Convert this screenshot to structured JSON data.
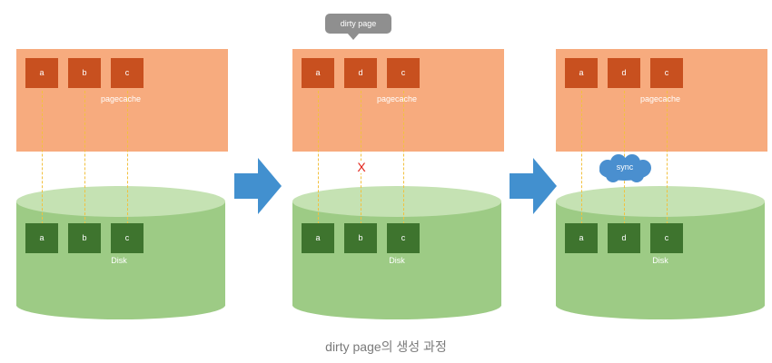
{
  "panels": [
    {
      "cache_label": "pagecache",
      "disk_label": "Disk",
      "cache_pages": [
        "a",
        "b",
        "c"
      ],
      "disk_pages": [
        "a",
        "b",
        "c"
      ]
    },
    {
      "cache_label": "pagecache",
      "disk_label": "Disk",
      "cache_pages": [
        "a",
        "d",
        "c"
      ],
      "disk_pages": [
        "a",
        "b",
        "c"
      ],
      "callout": "dirty page",
      "mismatch_mark": "X"
    },
    {
      "cache_label": "pagecache",
      "disk_label": "Disk",
      "cache_pages": [
        "a",
        "d",
        "c"
      ],
      "disk_pages": [
        "a",
        "d",
        "c"
      ],
      "sync_label": "sync"
    }
  ],
  "caption": "dirty page의 생성 과정",
  "colors": {
    "cache_area": "#f7ab7e",
    "cache_page": "#c8501f",
    "disk_body": "#9dcb85",
    "disk_top": "#c5e2b3",
    "disk_page": "#3e742e",
    "link": "#f2c13f",
    "arrow": "#4290cf",
    "callout": "#8f8f8f",
    "cloud": "#4a8fcf",
    "mismatch": "#e2231a"
  },
  "icons": {
    "transition": "right-arrow-icon",
    "mismatch": "x-mark-icon",
    "sync": "cloud-icon"
  }
}
